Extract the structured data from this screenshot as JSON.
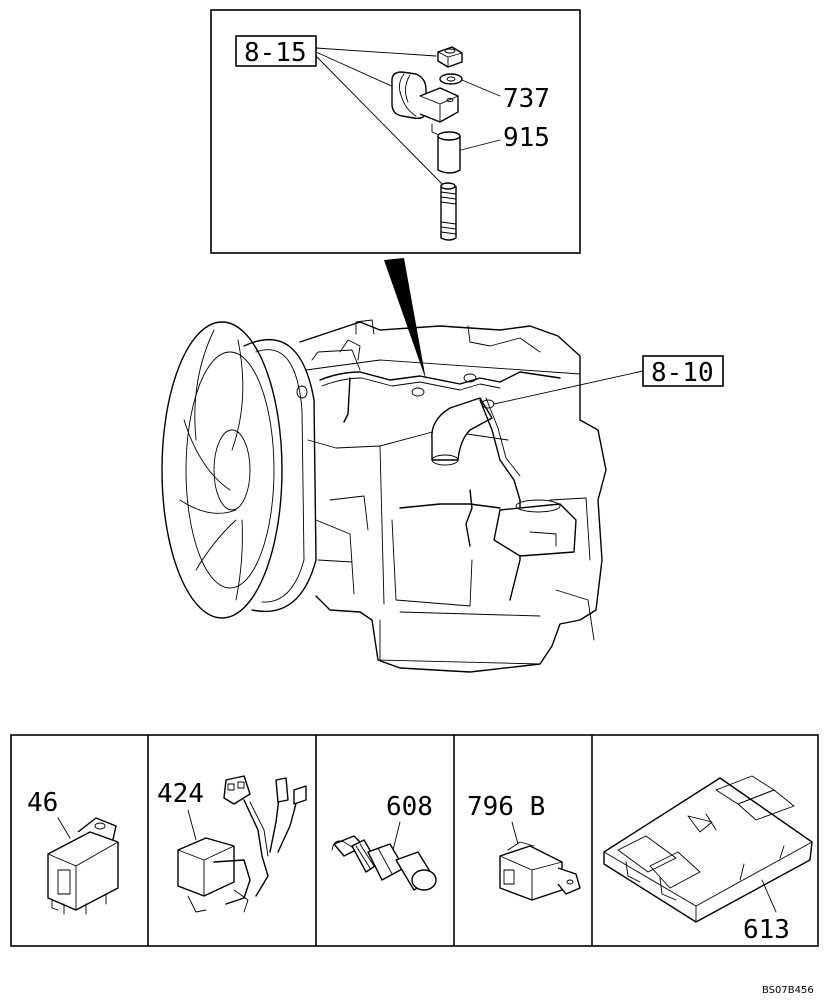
{
  "detail": {
    "ref_label": "8-15",
    "washer_label": "737",
    "sleeve_label": "915"
  },
  "engine": {
    "harness_ref_label": "8-10"
  },
  "parts": [
    {
      "label": "46"
    },
    {
      "label": "424"
    },
    {
      "label": "608"
    },
    {
      "label": "796 B"
    },
    {
      "label": "613"
    }
  ],
  "drawing_code": "BS07B456"
}
